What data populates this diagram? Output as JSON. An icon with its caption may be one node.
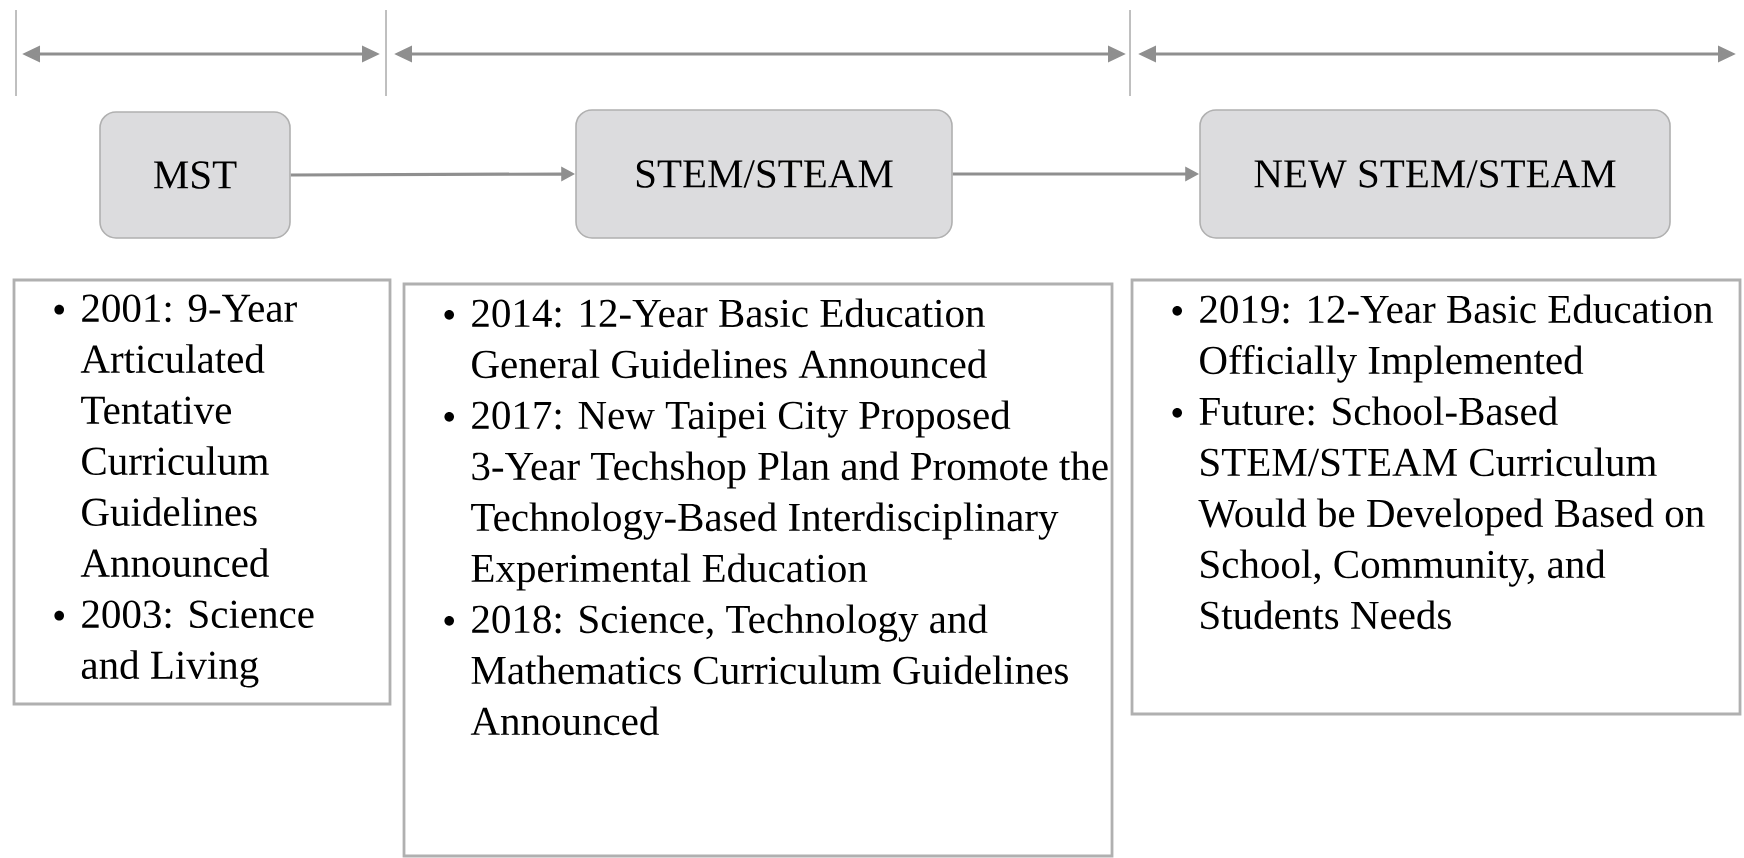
{
  "diagram": {
    "nodes": [
      {
        "text": [
          "MST"
        ]
      },
      {
        "text": [
          "STEM/STEAM"
        ]
      },
      {
        "text": [
          "NEW STEM/STEAM"
        ]
      },
      {
        "text": [
          "2001: 9-Year Articulated Tentative Curriculum Guidelines Announced",
          "2003: Science and Living"
        ]
      },
      {
        "text": [
          "2014: 12-Year Basic Education General Guidelines Announced",
          "2017: New Taipei City Proposed 3-Year Techshop Plan and Promote the Technology-Based Interdisciplinary Experimental Education",
          "2018: Science, Technology and Mathematics Curriculum Guidelines Announced"
        ]
      },
      {
        "text": [
          "2019: 12-Year Basic Education Officially Implemented",
          "Future: School-Based STEM/STEAM Curriculum Would be Developed Based on School, Community, and Students Needs"
        ]
      }
    ],
    "edges": [
      {
        "from": 0,
        "to": 1,
        "arrow": "to"
      },
      {
        "from": 1,
        "to": 2,
        "arrow": "to"
      }
    ]
  }
}
